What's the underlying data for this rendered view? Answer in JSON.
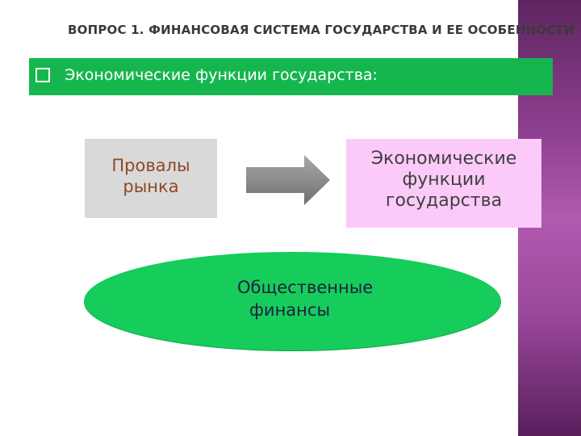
{
  "slide": {
    "title": "ВОПРОС 1. ФИНАНСОВАЯ СИСТЕМА ГОСУДАРСТВА И ЕЕ ОСОБЕННОСТИ",
    "bar_text": "Экономические функции государства:",
    "left_box": {
      "line1": "Провалы",
      "line2": "рынка"
    },
    "right_box": {
      "line1": "Экономические",
      "line2": "функции",
      "line3": "государства"
    },
    "ellipse": {
      "line1": "Общественные",
      "line2": "финансы"
    },
    "icons": {
      "bullet": "checkbox-square-icon",
      "arrow": "right-arrow-icon"
    }
  },
  "colors": {
    "bar_green": "#16b64f",
    "ellipse_green": "#16cc5b",
    "left_box_gray": "#d9d9d9",
    "left_text_brown": "#8b4a22",
    "right_box_pink": "#fccaf8",
    "arrow_gray": "#8c8c8c",
    "side_band_purple": "#8a3d8c"
  }
}
